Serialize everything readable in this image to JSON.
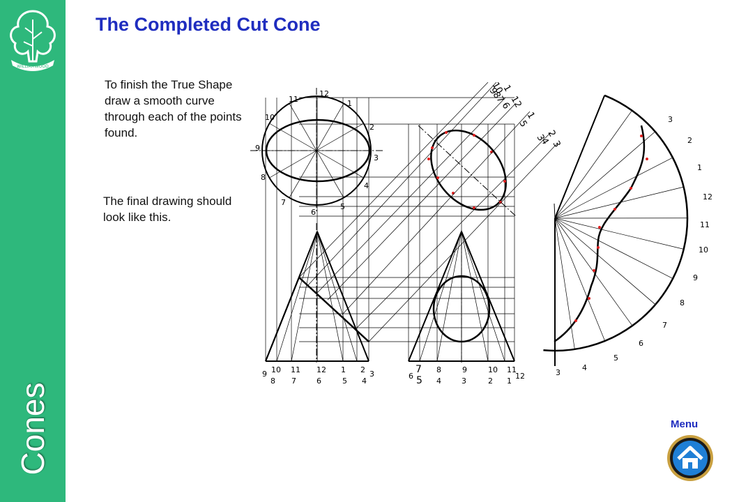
{
  "sidebar": {
    "title": "Cones",
    "logo_text": "WILLIAMWOOD"
  },
  "page": {
    "title": "The Completed Cut Cone",
    "instruction": "To finish the True Shape draw a smooth curve through each of the points found.",
    "final_note": "The final drawing should look like this."
  },
  "nav": {
    "menu_label": "Menu",
    "home_icon": "home-icon"
  },
  "colors": {
    "sidebar": "#2eb87c",
    "title": "#1f2dbf",
    "points": "#e02020"
  },
  "drawing": {
    "plan_labels": [
      "12",
      "1",
      "2",
      "3",
      "4",
      "5",
      "6",
      "7",
      "8",
      "9",
      "10",
      "11"
    ],
    "elev_base_top": [
      "9",
      "10",
      "11",
      "12",
      "1",
      "2",
      "3"
    ],
    "elev_base_bottom": [
      "8",
      "7",
      "6",
      "5",
      "4"
    ],
    "aux_base_top": [
      "6",
      "7",
      "8",
      "9",
      "10",
      "11",
      "12"
    ],
    "aux_base_bottom": [
      "5",
      "4",
      "3",
      "2",
      "1"
    ],
    "projector_labels": [
      "10",
      "1",
      "12",
      "9",
      "8",
      "7",
      "6",
      "1",
      "5",
      "2",
      "3",
      "4",
      "3"
    ],
    "development_labels": [
      "3",
      "2",
      "1",
      "12",
      "11",
      "10",
      "9",
      "8",
      "7",
      "6",
      "5",
      "4",
      "3"
    ]
  }
}
